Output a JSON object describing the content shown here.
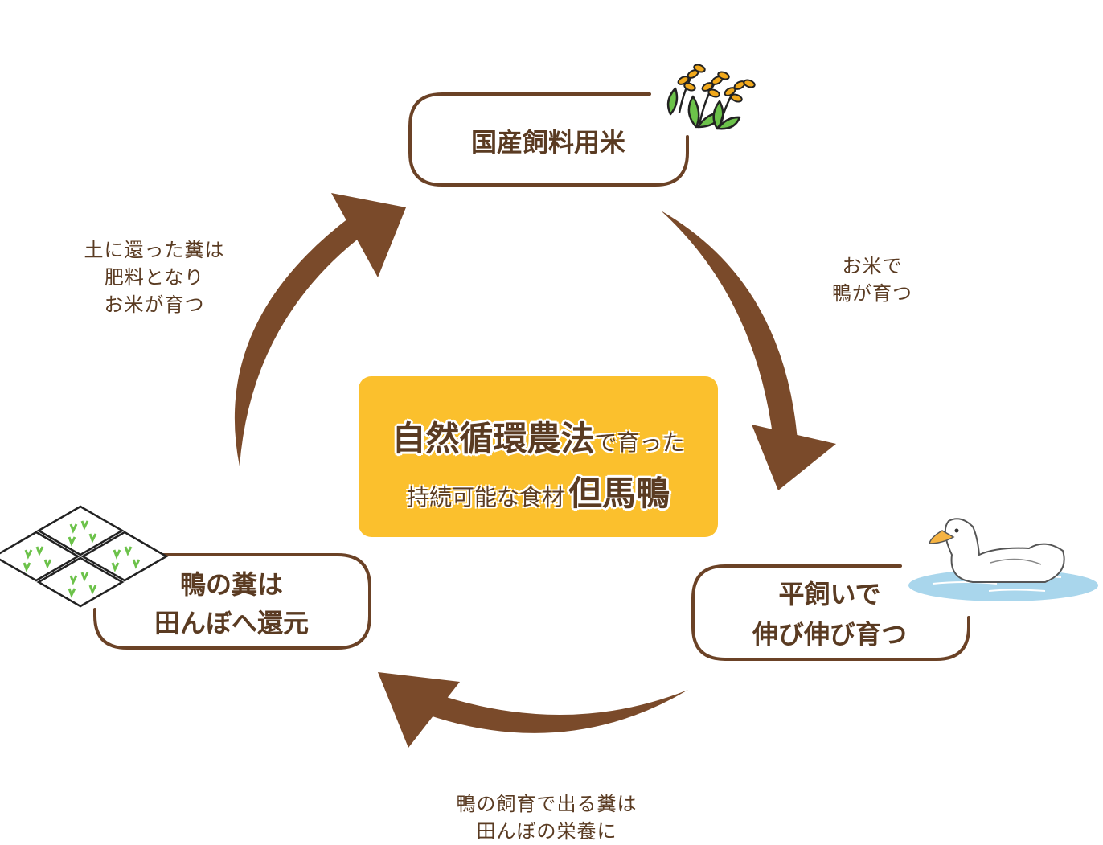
{
  "nodes": {
    "rice": {
      "label": "国産飼料用米"
    },
    "duck_raise": {
      "line1": "平飼いで",
      "line2": "伸び伸び育つ"
    },
    "manure": {
      "line1": "鴨の糞は",
      "line2": "田んぼへ還元"
    }
  },
  "center": {
    "line1_big": "自然循環農法",
    "line1_small": "で育った",
    "line2_small": "持続可能な食材",
    "line2_big": "但馬鴨"
  },
  "notes": {
    "right": [
      "お米で",
      "鴨が育つ"
    ],
    "bottom": [
      "鴨の飼育で出る糞は",
      "田んぼの栄養に"
    ],
    "left": [
      "土に還った糞は",
      "肥料となり",
      "お米が育つ"
    ]
  },
  "colors": {
    "arrow": "#7a4a2a",
    "text": "#5a3b22",
    "center_bg": "#fbc02d",
    "water": "#a9d6ec",
    "leaf": "#6cc24a",
    "grain": "#f1a91c"
  },
  "icons": {
    "rice": "rice-plant-icon",
    "duck": "duck-icon",
    "paddy": "rice-paddy-icon"
  }
}
